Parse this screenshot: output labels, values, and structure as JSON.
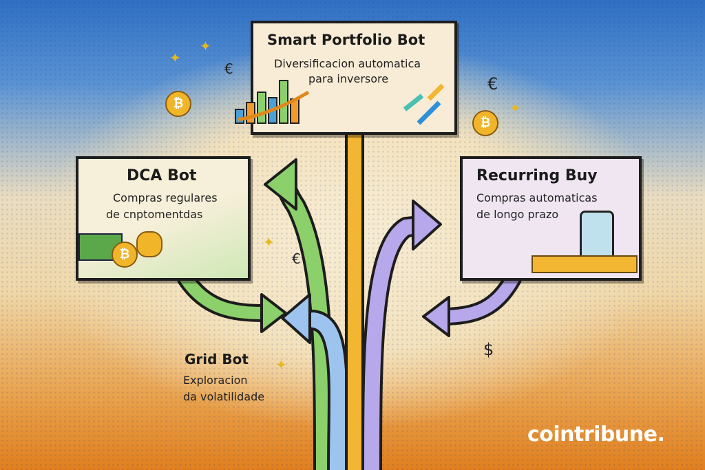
{
  "cards": {
    "smart_portfolio": {
      "title": "Smart Portfolio Bot",
      "line1": "Diversificacion automatica",
      "line2": "para inversore"
    },
    "dca": {
      "title": "DCA Bot",
      "line1": "Compras regulares",
      "line2": "de cnptomentdas"
    },
    "recurring": {
      "title": "Recurring Buy",
      "line1": "Compras automaticas",
      "line2": "de longo prazo"
    },
    "grid": {
      "title": "Grid Bot",
      "line1": "Exploracion",
      "line2": "da volatilidade"
    }
  },
  "symbols": {
    "euro": "€",
    "dollar": "$",
    "bitcoin": "₿"
  },
  "logo": "cointribune.",
  "colors": {
    "green": "#7cc85a",
    "yellow": "#f2b632",
    "purple": "#a79ae0",
    "blue": "#8fb7e8",
    "sky": "#2f6fc4",
    "orange": "#e07f1f"
  }
}
